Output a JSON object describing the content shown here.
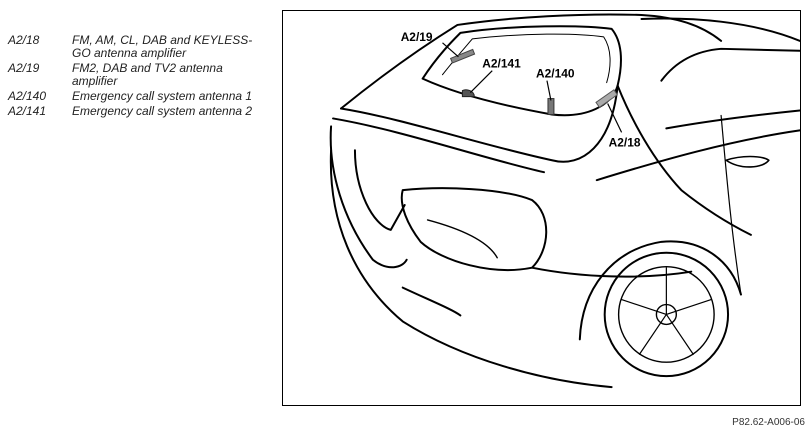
{
  "legend": [
    {
      "code": "A2/18",
      "description": "FM, AM, CL, DAB and KEYLESS-GO antenna amplifier"
    },
    {
      "code": "A2/19",
      "description": "FM2, DAB and TV2 antenna amplifier"
    },
    {
      "code": "A2/140",
      "description": "Emergency call system antenna 1"
    },
    {
      "code": "A2/141",
      "description": "Emergency call system antenna 2"
    }
  ],
  "callouts": {
    "a2_19": "A2/19",
    "a2_141": "A2/141",
    "a2_140": "A2/140",
    "a2_18": "A2/18"
  },
  "reference_code": "P82.62-A006-06"
}
